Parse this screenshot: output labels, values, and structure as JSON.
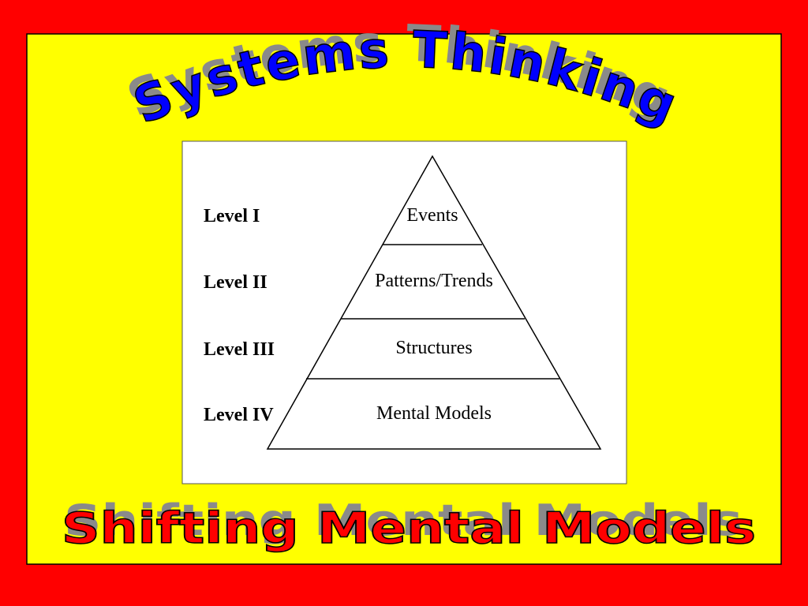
{
  "slide": {
    "title": "Systems Thinking",
    "subtitle": "Shifting Mental Models",
    "colors": {
      "frame": "#ff0000",
      "background": "#ffff00",
      "title_fill": "#0000ff",
      "subtitle_fill": "#ff0000",
      "outline": "#000000",
      "shadow": "#8a8a8a"
    }
  },
  "diagram": {
    "levels": [
      {
        "label": "Level I",
        "tier": "Events"
      },
      {
        "label": "Level II",
        "tier": "Patterns/Trends"
      },
      {
        "label": "Level III",
        "tier": "Structures"
      },
      {
        "label": "Level IV",
        "tier": "Mental Models"
      }
    ]
  }
}
